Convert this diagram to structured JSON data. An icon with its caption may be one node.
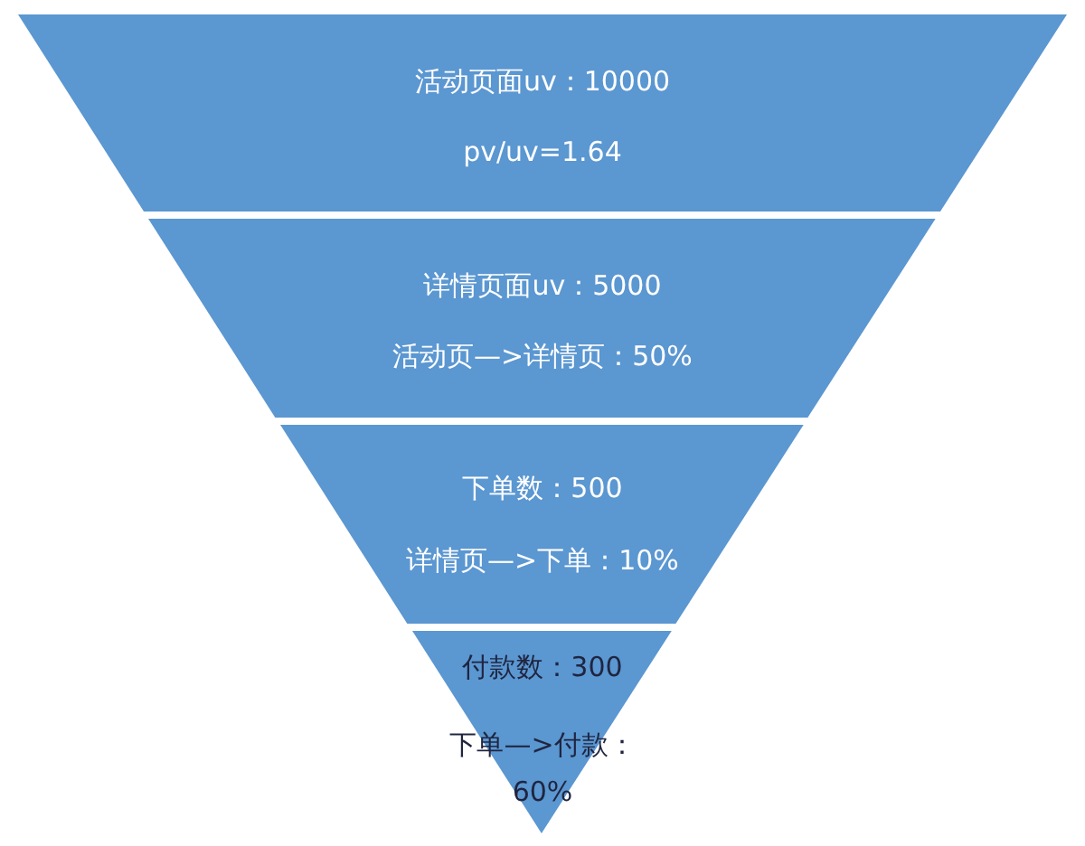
{
  "diagram": {
    "nodes": [
      {
        "text": [
          "活动页面uv：10000",
          "pv/uv=1.64"
        ]
      },
      {
        "text": [
          "详情页面uv：5000",
          "活动页—>详情页：50%"
        ]
      },
      {
        "text": [
          "下单数：500",
          "详情页—>下单：10%"
        ]
      },
      {
        "text": [
          "付款数：300",
          "下单—>付款：60%"
        ]
      }
    ]
  }
}
